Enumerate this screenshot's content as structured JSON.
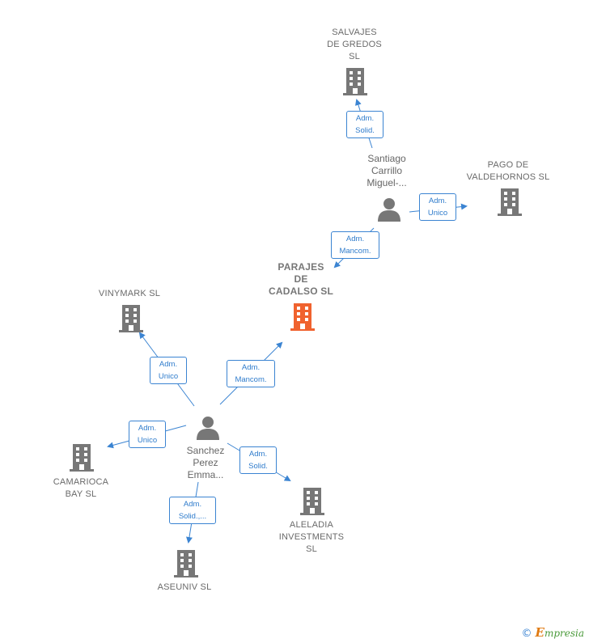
{
  "companies": [
    {
      "id": "salvajes",
      "label": [
        "SALVAJES",
        "DE GREDOS",
        "SL"
      ],
      "focal": false
    },
    {
      "id": "pago",
      "label": [
        "PAGO DE",
        "VALDEHORNOS SL"
      ],
      "focal": false
    },
    {
      "id": "parajes",
      "label": [
        "PARAJES",
        "DE",
        "CADALSO  SL"
      ],
      "focal": true
    },
    {
      "id": "vinymark",
      "label": [
        "VINYMARK SL"
      ],
      "focal": false
    },
    {
      "id": "camarioca",
      "label": [
        "CAMARIOCA",
        "BAY  SL"
      ],
      "focal": false
    },
    {
      "id": "aleladia",
      "label": [
        "ALELADIA",
        "INVESTMENTS",
        "SL"
      ],
      "focal": false
    },
    {
      "id": "aseuniv",
      "label": [
        "ASEUNIV SL"
      ],
      "focal": false
    }
  ],
  "persons": [
    {
      "id": "santiago",
      "label": [
        "Santiago",
        "Carrillo",
        "Miguel-..."
      ]
    },
    {
      "id": "sanchez",
      "label": [
        "Sanchez",
        "Perez",
        "Emma..."
      ]
    }
  ],
  "roles": [
    {
      "id": "r1",
      "text": [
        "Adm.",
        "Solid."
      ]
    },
    {
      "id": "r2",
      "text": [
        "Adm.",
        "Unico"
      ]
    },
    {
      "id": "r3",
      "text": [
        "Adm.",
        "Mancom."
      ]
    },
    {
      "id": "r4",
      "text": [
        "Adm.",
        "Unico"
      ]
    },
    {
      "id": "r5",
      "text": [
        "Adm.",
        "Mancom."
      ]
    },
    {
      "id": "r6",
      "text": [
        "Adm.",
        "Unico"
      ]
    },
    {
      "id": "r7",
      "text": [
        "Adm.",
        "Solid."
      ]
    },
    {
      "id": "r8",
      "text": [
        "Adm.",
        "Solid.,..."
      ]
    }
  ],
  "colors": {
    "edge": "#3b84d2",
    "building": "#777777",
    "focal_building": "#f0622e",
    "person": "#777777"
  },
  "brand": {
    "copyright": "©",
    "initial": "E",
    "rest": "mpresia"
  }
}
